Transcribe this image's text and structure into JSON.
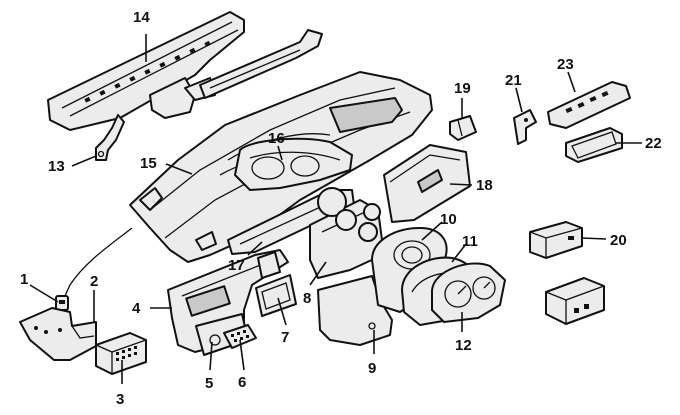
{
  "callouts": [
    "1",
    "2",
    "3",
    "4",
    "5",
    "6",
    "7",
    "8",
    "9",
    "10",
    "11",
    "12",
    "13",
    "14",
    "15",
    "16",
    "17",
    "18",
    "19",
    "20",
    "21",
    "22",
    "23"
  ],
  "colors": {
    "line": "#111111",
    "fill": "#ececec",
    "shade": "#c9c9c9",
    "background": "#ffffff"
  }
}
